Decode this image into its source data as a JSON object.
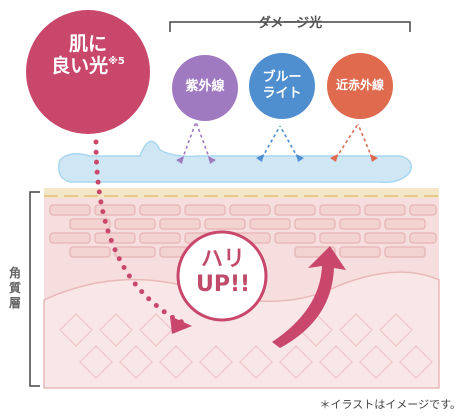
{
  "good_light": {
    "line1": "肌に",
    "line2": "良い光",
    "note_mark": "※5"
  },
  "damage_light": {
    "title": "ダメージ光",
    "items": [
      {
        "line1": "紫外線",
        "line2": "",
        "color": "#a07ac0"
      },
      {
        "line1": "ブルー",
        "line2": "ライト",
        "color": "#4f8fcf"
      },
      {
        "line1": "近赤外線",
        "line2": "",
        "color": "#df6a4e"
      }
    ]
  },
  "main_circle_color": "#c8476a",
  "hari": {
    "line1": "ハリ",
    "line2": "UP!!"
  },
  "side_label": "角質層",
  "footnote": "＊イラストはイメージです。",
  "colors": {
    "skin": "#f6dede",
    "skin_line": "#e9b8b8",
    "film": "#cfe7f5",
    "film_edge": "#9fd0ec"
  }
}
